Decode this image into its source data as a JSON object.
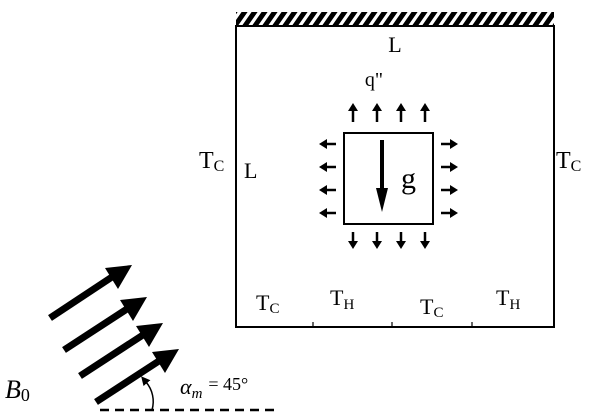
{
  "diagram": {
    "type": "enclosure-schematic",
    "labels": {
      "top_length": "L",
      "left_length": "L",
      "left_wall": {
        "main": "T",
        "sub": "C"
      },
      "right_wall": {
        "main": "T",
        "sub": "C"
      },
      "heat_flux": "q\"",
      "gravity": "g",
      "bottom_segments": [
        {
          "main": "T",
          "sub": "C"
        },
        {
          "main": "T",
          "sub": "H"
        },
        {
          "main": "T",
          "sub": "C"
        },
        {
          "main": "T",
          "sub": "H"
        }
      ],
      "magnetic_field": {
        "main": "B",
        "sub": "0"
      },
      "angle": {
        "symbol": "α",
        "sub": "m",
        "value": "= 45°"
      }
    },
    "colors": {
      "stroke": "#000000",
      "background": "#ffffff"
    },
    "icons": [
      "hatched-adiabatic-wall",
      "flux-arrow-icon",
      "gravity-arrow-icon",
      "magnetic-field-arrow-icon"
    ]
  }
}
